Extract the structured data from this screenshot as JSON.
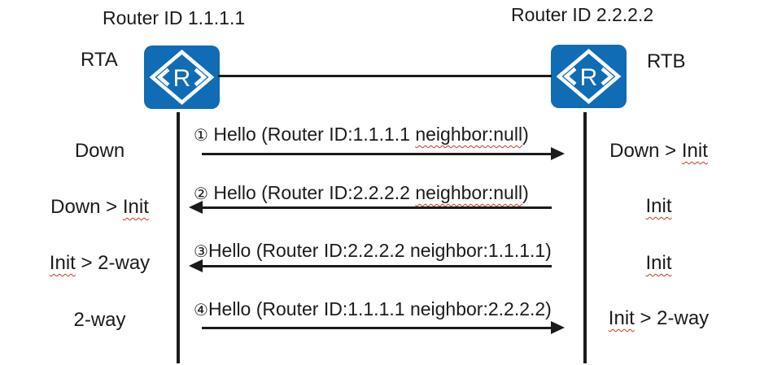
{
  "diagram": {
    "title_semantic": "OSPF neighbor state establishment between two routers",
    "routers": {
      "left": {
        "router_id_label": "Router ID 1.1.1.1",
        "name": "RTA",
        "icon_letter": "R"
      },
      "right": {
        "router_id_label": "Router ID 2.2.2.2",
        "name": "RTB",
        "icon_letter": "R"
      }
    },
    "messages": [
      {
        "num": "①",
        "pre": " Hello (Router ID:1.1.1.1 ",
        "wavy": "neighbor:null",
        "post": ")",
        "direction": "right"
      },
      {
        "num": "②",
        "pre": " Hello (Router ID:2.2.2.2 ",
        "wavy": "neighbor:null",
        "post": ")",
        "direction": "left"
      },
      {
        "num": "③",
        "pre": "Hello (Router ID:2.2.2.2 neighbor:1.1.1.1)",
        "wavy": "",
        "post": "",
        "direction": "left"
      },
      {
        "num": "④",
        "pre": "Hello (Router ID:1.1.1.1 neighbor:2.2.2.2)",
        "wavy": "",
        "post": "",
        "direction": "right"
      }
    ],
    "states": {
      "left": [
        {
          "pre": "Down",
          "wavy": "",
          "post": ""
        },
        {
          "pre": "Down > ",
          "wavy": "Init",
          "post": ""
        },
        {
          "pre": "",
          "wavy": "Init",
          "post": " > 2-way"
        },
        {
          "pre": "2-way",
          "wavy": "",
          "post": ""
        }
      ],
      "right": [
        {
          "pre": "Down > ",
          "wavy": "Init",
          "post": ""
        },
        {
          "pre": "",
          "wavy": "Init",
          "post": ""
        },
        {
          "pre": "",
          "wavy": "Init",
          "post": ""
        },
        {
          "pre": "",
          "wavy": "Init",
          "post": " > 2-way"
        }
      ]
    },
    "colors": {
      "router_blue": "#0f6cb5",
      "ink": "#1b1b1b",
      "squiggle_red": "#c0392b"
    }
  }
}
